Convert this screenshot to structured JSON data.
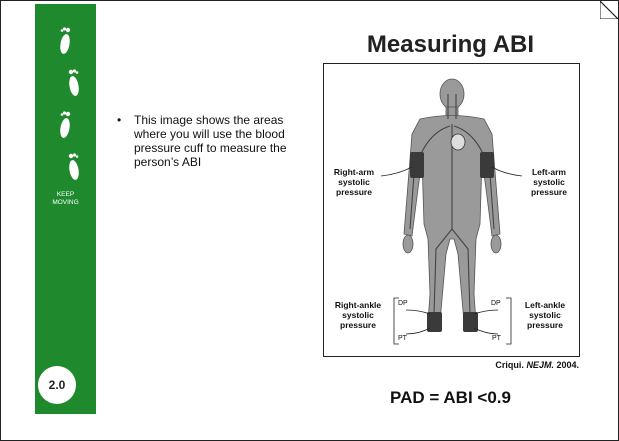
{
  "sidebar": {
    "keep_line1": "KEEP",
    "keep_line2": "MOVING",
    "badge": "2.0",
    "accent_color": "#1f8a2d"
  },
  "bullet": {
    "marker": "•",
    "text": "This image shows the areas where you will use the blood pressure cuff to measure the person’s ABI"
  },
  "figure": {
    "title": "Measuring ABI",
    "labels": {
      "right_arm": [
        "Right-arm",
        "systolic",
        "pressure"
      ],
      "left_arm": [
        "Left-arm",
        "systolic",
        "pressure"
      ],
      "right_ankle": [
        "Right-ankle",
        "systolic",
        "pressure"
      ],
      "left_ankle": [
        "Left-ankle",
        "systolic",
        "pressure"
      ],
      "dp": "DP",
      "pt": "PT"
    },
    "citation_author": "Criqui.",
    "citation_journal": "NEJM.",
    "citation_year": "2004."
  },
  "formula": "PAD = ABI <0.9"
}
